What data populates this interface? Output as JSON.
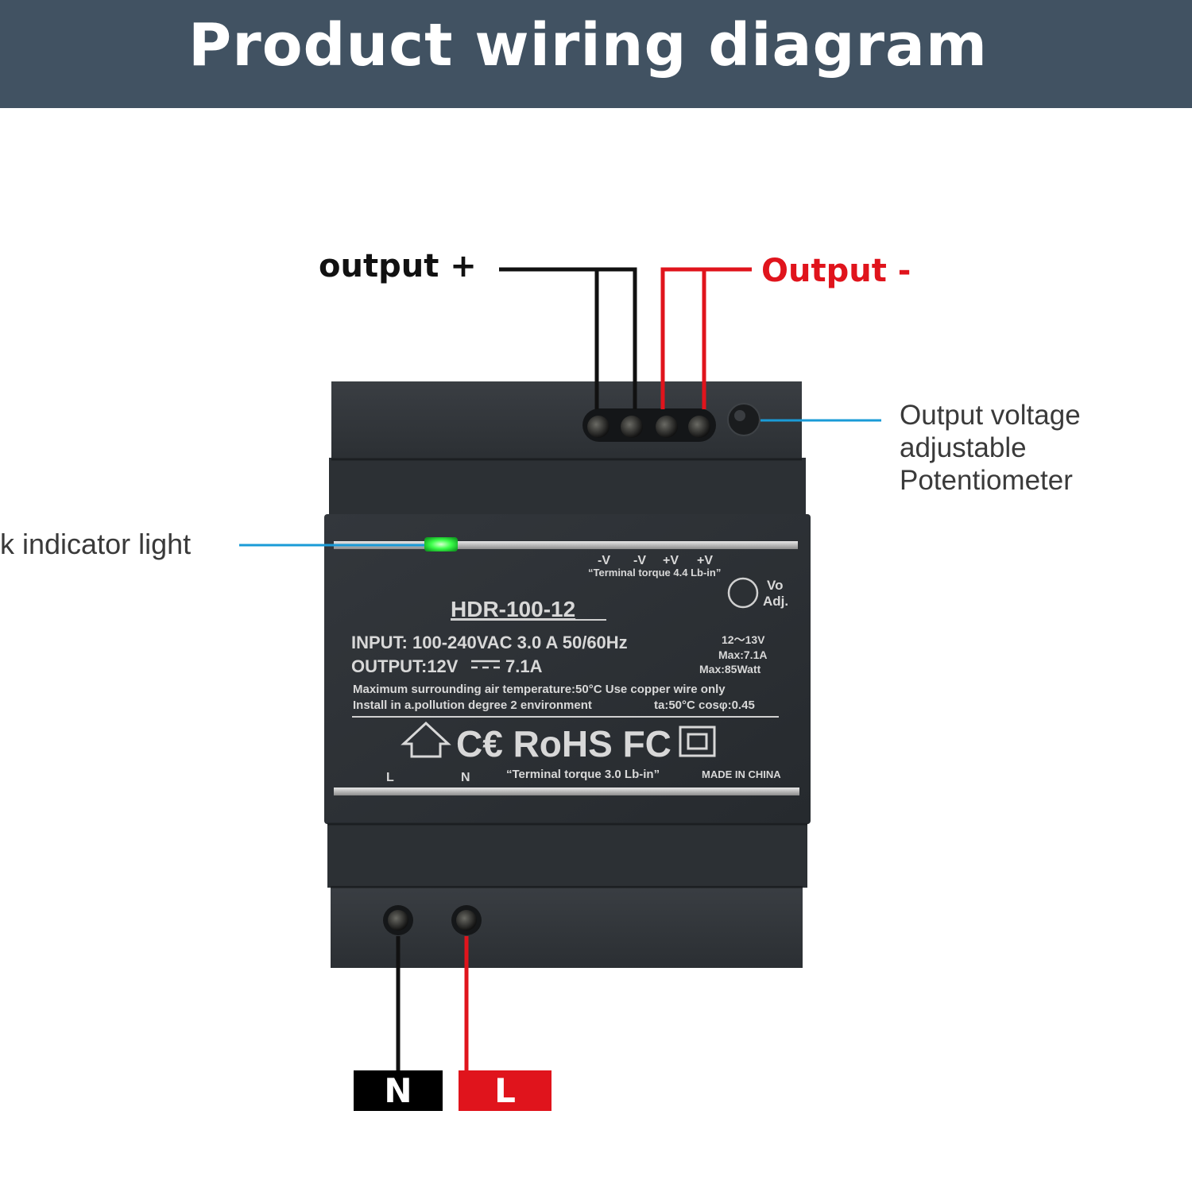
{
  "title": "Product wiring diagram",
  "labels": {
    "output_plus": "output +",
    "output_minus": "Output -",
    "potentiometer": [
      "Output voltage",
      "adjustable",
      "Potentiometer"
    ],
    "indicator": "k indicator light",
    "neutral_tag": "N",
    "live_tag": "L"
  },
  "device": {
    "top_terminals": [
      "-V",
      "-V",
      "+V",
      "+V"
    ],
    "top_torque": "“Terminal torque 4.4 Lb-in”",
    "vo_adj": [
      "Vo",
      "Adj."
    ],
    "model": "HDR-100-12",
    "input": "INPUT: 100-240VAC 3.0 A  50/60Hz",
    "output_prefix": "OUTPUT:12V",
    "output_suffix": "7.1A",
    "adj_range": "12～13V",
    "max_current": "Max:7.1A",
    "max_power": "Max:85Watt",
    "note1": "Maximum surrounding air temperature:50°C  Use copper wire only",
    "note2": "Install in a.pollution degree 2 environment",
    "note3": "ta:50°C  cosφ:0.45",
    "marks": "C€ RoHS FC",
    "bottom_l": "L",
    "bottom_n": "N",
    "bottom_torque": "“Terminal torque 3.0 Lb-in”",
    "origin": "MADE IN CHINA"
  },
  "colors": {
    "banner": "#415262",
    "wire_negative": "#111111",
    "wire_positive": "#e0141c",
    "leader": "#1a9bd7",
    "led": "#3cff4a",
    "housing": "#2f3337"
  }
}
